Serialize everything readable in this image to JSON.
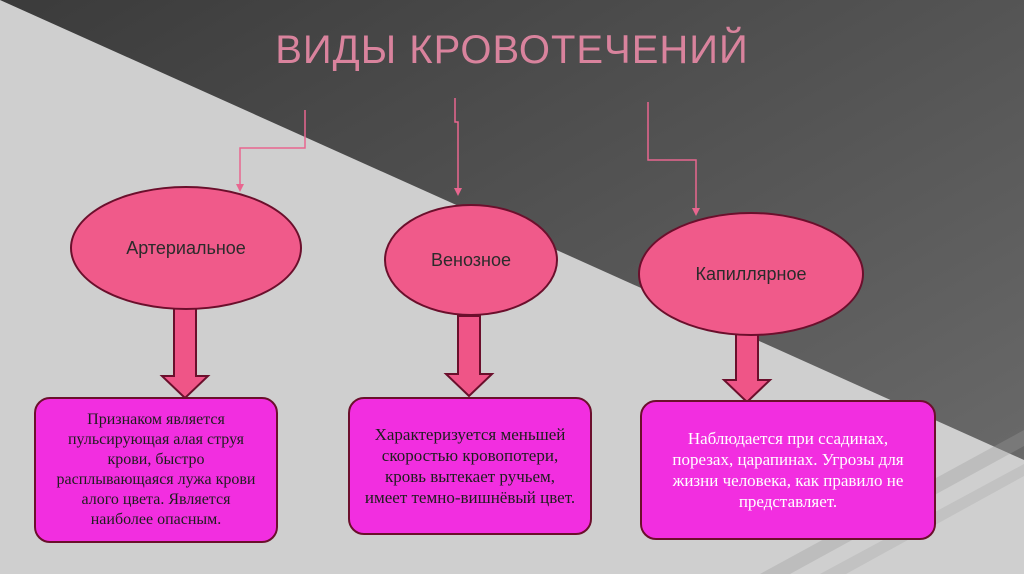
{
  "slide": {
    "title": "ВИДЫ КРОВОТЕЧЕНИЙ",
    "categories": [
      {
        "label": "Артериальное",
        "description": "Признаком является пульсирующая алая струя крови, быстро расплывающаяся лужа крови алого цвета. Является наиболее опасным."
      },
      {
        "label": "Венозное",
        "description": "Характеризуется меньшей скоростью кровопотери, кровь вытекает ручьем, имеет темно-вишнёвый цвет."
      },
      {
        "label": "Капиллярное",
        "description": "Наблюдается при ссадинах, порезах, царапинах. Угрозы для жизни человека, как правило не представляет."
      }
    ]
  },
  "colors": {
    "oval_fill": "#f05a8a",
    "box_fill": "#f22ee0",
    "arrow_fill": "#ef5587",
    "connector": "#e8668f",
    "title": "#d9839d",
    "background_dark": "#4a4a4a",
    "background_light": "#cfcfcf",
    "box_text": "#1e1e1e",
    "box_text_light": "#ffffff"
  }
}
